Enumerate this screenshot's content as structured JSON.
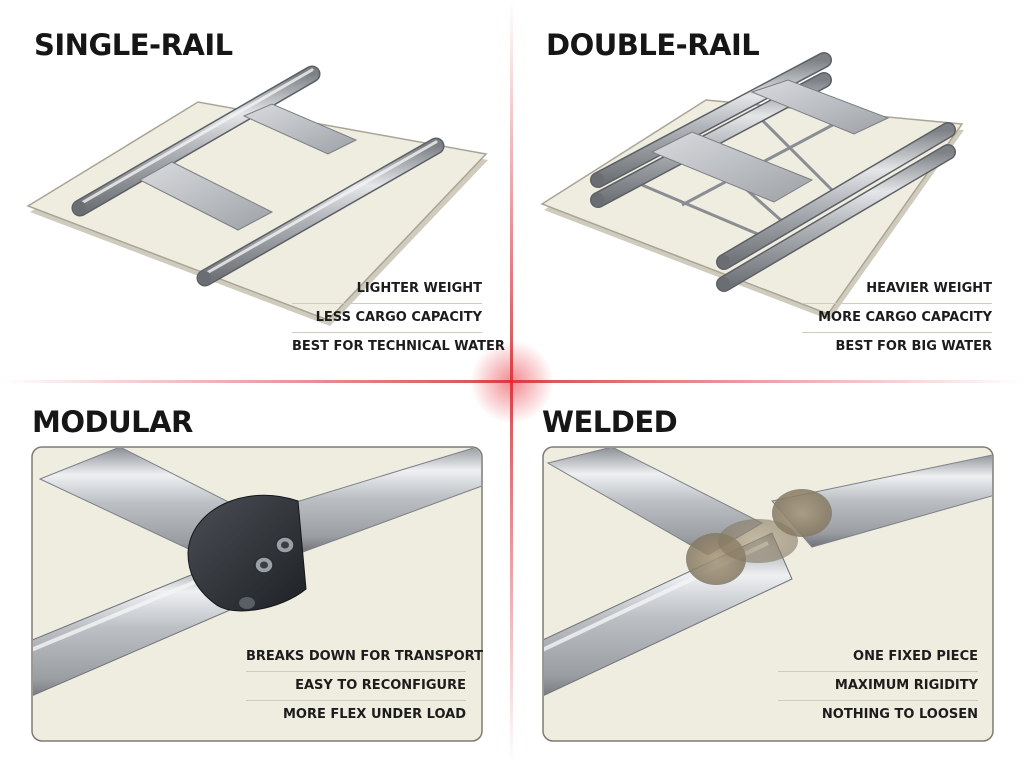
{
  "panels": {
    "single_rail": {
      "title": "SINGLE-RAIL",
      "features": [
        "LIGHTER WEIGHT",
        "LESS CARGO CAPACITY",
        "BEST FOR TECHNICAL WATER"
      ]
    },
    "double_rail": {
      "title": "DOUBLE-RAIL",
      "features": [
        "HEAVIER WEIGHT",
        "MORE CARGO CAPACITY",
        "BEST FOR BIG WATER"
      ]
    },
    "modular": {
      "title": "MODULAR",
      "features": [
        "BREAKS DOWN FOR TRANSPORT",
        "EASY TO RECONFIGURE",
        "MORE FLEX UNDER LOAD"
      ]
    },
    "welded": {
      "title": "WELDED",
      "features": [
        "ONE FIXED PIECE",
        "MAXIMUM RIGIDITY",
        "NOTHING TO LOOSEN"
      ]
    }
  },
  "colors": {
    "divider": "#d22832",
    "board": "#efece0",
    "metal": "#b9bcc1",
    "clamp": "#2d3136",
    "text": "#161616"
  }
}
